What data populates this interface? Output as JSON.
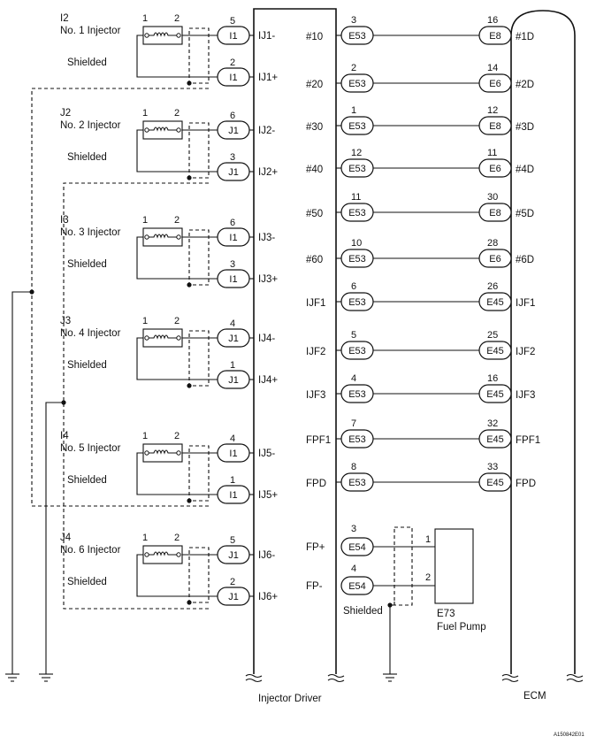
{
  "injectors": [
    {
      "id": "I2",
      "name": "No. 1 Injector",
      "pin1": "1",
      "pin2": "2",
      "shield": "Shielded",
      "neg": {
        "pin": "5",
        "conn": "I1",
        "signal": "IJ1-"
      },
      "pos": {
        "pin": "2",
        "conn": "I1",
        "signal": "IJ1+"
      }
    },
    {
      "id": "J2",
      "name": "No. 2 Injector",
      "pin1": "1",
      "pin2": "2",
      "shield": "Shielded",
      "neg": {
        "pin": "6",
        "conn": "J1",
        "signal": "IJ2-"
      },
      "pos": {
        "pin": "3",
        "conn": "J1",
        "signal": "IJ2+"
      }
    },
    {
      "id": "I3",
      "name": "No. 3 Injector",
      "pin1": "1",
      "pin2": "2",
      "shield": "Shielded",
      "neg": {
        "pin": "6",
        "conn": "I1",
        "signal": "IJ3-"
      },
      "pos": {
        "pin": "3",
        "conn": "I1",
        "signal": "IJ3+"
      }
    },
    {
      "id": "J3",
      "name": "No. 4 Injector",
      "pin1": "1",
      "pin2": "2",
      "shield": "Shielded",
      "neg": {
        "pin": "4",
        "conn": "J1",
        "signal": "IJ4-"
      },
      "pos": {
        "pin": "1",
        "conn": "J1",
        "signal": "IJ4+"
      }
    },
    {
      "id": "I4",
      "name": "No. 5 Injector",
      "pin1": "1",
      "pin2": "2",
      "shield": "Shielded",
      "neg": {
        "pin": "4",
        "conn": "I1",
        "signal": "IJ5-"
      },
      "pos": {
        "pin": "1",
        "conn": "I1",
        "signal": "IJ5+"
      }
    },
    {
      "id": "J4",
      "name": "No. 6 Injector",
      "pin1": "1",
      "pin2": "2",
      "shield": "Shielded",
      "neg": {
        "pin": "5",
        "conn": "J1",
        "signal": "IJ6-"
      },
      "pos": {
        "pin": "2",
        "conn": "J1",
        "signal": "IJ6+"
      }
    }
  ],
  "links": [
    {
      "dSig": "#10",
      "dPin": "3",
      "dConn": "E53",
      "ePin": "16",
      "eConn": "E8",
      "eSig": "#1D"
    },
    {
      "dSig": "#20",
      "dPin": "2",
      "dConn": "E53",
      "ePin": "14",
      "eConn": "E6",
      "eSig": "#2D"
    },
    {
      "dSig": "#30",
      "dPin": "1",
      "dConn": "E53",
      "ePin": "12",
      "eConn": "E8",
      "eSig": "#3D"
    },
    {
      "dSig": "#40",
      "dPin": "12",
      "dConn": "E53",
      "ePin": "11",
      "eConn": "E6",
      "eSig": "#4D"
    },
    {
      "dSig": "#50",
      "dPin": "11",
      "dConn": "E53",
      "ePin": "30",
      "eConn": "E8",
      "eSig": "#5D"
    },
    {
      "dSig": "#60",
      "dPin": "10",
      "dConn": "E53",
      "ePin": "28",
      "eConn": "E6",
      "eSig": "#6D"
    },
    {
      "dSig": "IJF1",
      "dPin": "6",
      "dConn": "E53",
      "ePin": "26",
      "eConn": "E45",
      "eSig": "IJF1"
    },
    {
      "dSig": "IJF2",
      "dPin": "5",
      "dConn": "E53",
      "ePin": "25",
      "eConn": "E45",
      "eSig": "IJF2"
    },
    {
      "dSig": "IJF3",
      "dPin": "4",
      "dConn": "E53",
      "ePin": "16",
      "eConn": "E45",
      "eSig": "IJF3"
    },
    {
      "dSig": "FPF1",
      "dPin": "7",
      "dConn": "E53",
      "ePin": "32",
      "eConn": "E45",
      "eSig": "FPF1"
    },
    {
      "dSig": "FPD",
      "dPin": "8",
      "dConn": "E53",
      "ePin": "33",
      "eConn": "E45",
      "eSig": "FPD"
    }
  ],
  "pump": {
    "pos": {
      "sig": "FP+",
      "pin": "3",
      "conn": "E54",
      "pumpPin": "1"
    },
    "neg": {
      "sig": "FP-",
      "pin": "4",
      "conn": "E54",
      "pumpPin": "2"
    },
    "shield": "Shielded",
    "id": "E73",
    "name": "Fuel Pump"
  },
  "labels": {
    "driver": "Injector Driver",
    "ecm": "ECM",
    "figure_id": "A150842E01"
  }
}
